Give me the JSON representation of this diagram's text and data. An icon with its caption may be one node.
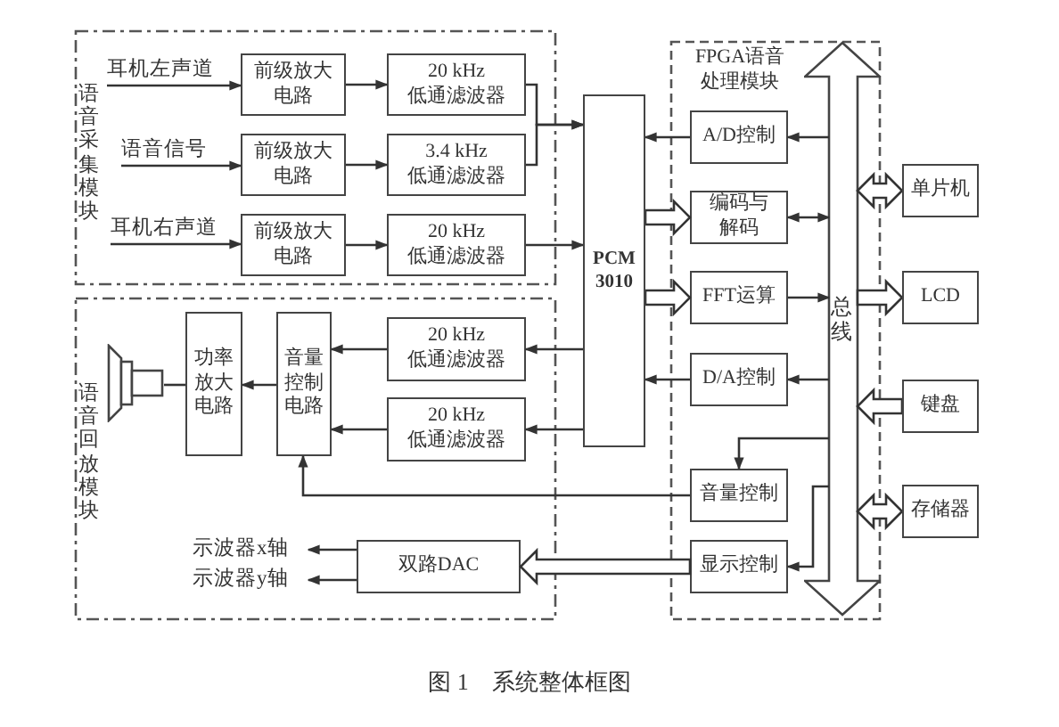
{
  "diagram": {
    "caption": "图 1　系统整体框图",
    "nodes": [
      {
        "text": [
          "语音采集模块"
        ]
      },
      {
        "text": [
          "耳机左声道"
        ],
        "in": 0
      },
      {
        "text": [
          "前级放大电路"
        ],
        "in": 0
      },
      {
        "text": [
          "20 kHz 低通滤波器"
        ],
        "in": 0
      },
      {
        "text": [
          "语音信号"
        ],
        "in": 0
      },
      {
        "text": [
          "前级放大电路"
        ],
        "in": 0
      },
      {
        "text": [
          "3.4 kHz 低通滤波器"
        ],
        "in": 0
      },
      {
        "text": [
          "耳机右声道"
        ],
        "in": 0
      },
      {
        "text": [
          "前级放大电路"
        ],
        "in": 0
      },
      {
        "text": [
          "20 kHz 低通滤波器"
        ],
        "in": 0
      },
      {
        "text": [
          "PCM 3010"
        ]
      },
      {
        "text": [
          "FPGA语音处理模块"
        ]
      },
      {
        "text": [
          "A/D控制"
        ],
        "in": 11
      },
      {
        "text": [
          "编码与解码"
        ],
        "in": 11
      },
      {
        "text": [
          "FFT运算"
        ],
        "in": 11
      },
      {
        "text": [
          "D/A控制"
        ],
        "in": 11
      },
      {
        "text": [
          "音量控制"
        ],
        "in": 11
      },
      {
        "text": [
          "显示控制"
        ],
        "in": 11
      },
      {
        "text": [
          "总线"
        ],
        "in": 11
      },
      {
        "text": [
          "单片机"
        ]
      },
      {
        "text": [
          "LCD"
        ]
      },
      {
        "text": [
          "键盘"
        ]
      },
      {
        "text": [
          "存储器"
        ]
      },
      {
        "text": [
          "语音回放模块"
        ]
      },
      {
        "text": [],
        "shape": "speaker",
        "in": 23
      },
      {
        "text": [
          "功率放大电路"
        ],
        "in": 23
      },
      {
        "text": [
          "音量控制电路"
        ],
        "in": 23
      },
      {
        "text": [
          "20 kHz 低通滤波器"
        ],
        "in": 23
      },
      {
        "text": [
          "20 kHz 低通滤波器"
        ],
        "in": 23
      },
      {
        "text": [
          "双路DAC"
        ],
        "in": 23
      },
      {
        "text": [
          "示波器x轴"
        ],
        "in": 23
      },
      {
        "text": [
          "示波器y轴"
        ],
        "in": 23
      }
    ],
    "edges": [
      {
        "from": 1,
        "to": 2,
        "arrow": "to"
      },
      {
        "from": 2,
        "to": 3,
        "arrow": "to"
      },
      {
        "from": 4,
        "to": 5,
        "arrow": "to"
      },
      {
        "from": 5,
        "to": 6,
        "arrow": "to"
      },
      {
        "from": 7,
        "to": 8,
        "arrow": "to"
      },
      {
        "from": 8,
        "to": 9,
        "arrow": "to"
      },
      {
        "from": 3,
        "to": 10,
        "arrow": "to"
      },
      {
        "from": 6,
        "to": 10,
        "arrow": "to"
      },
      {
        "from": 9,
        "to": 10,
        "arrow": "to"
      },
      {
        "from": 18,
        "to": 12,
        "arrow": "to"
      },
      {
        "from": 12,
        "to": 10,
        "arrow": "to"
      },
      {
        "from": 10,
        "to": 13,
        "arrow": "to",
        "style": "thick"
      },
      {
        "from": 13,
        "to": 18,
        "arrow": "both"
      },
      {
        "from": 10,
        "to": 14,
        "arrow": "to",
        "style": "thick"
      },
      {
        "from": 14,
        "to": 18,
        "arrow": "to"
      },
      {
        "from": 18,
        "to": 15,
        "arrow": "to"
      },
      {
        "from": 15,
        "to": 10,
        "arrow": "to"
      },
      {
        "from": 18,
        "to": 16,
        "arrow": "to"
      },
      {
        "from": 18,
        "to": 17,
        "arrow": "to"
      },
      {
        "from": 18,
        "to": 19,
        "arrow": "both",
        "style": "thick"
      },
      {
        "from": 18,
        "to": 20,
        "arrow": "to",
        "style": "thick"
      },
      {
        "from": 21,
        "to": 18,
        "arrow": "to",
        "style": "thick"
      },
      {
        "from": 18,
        "to": 22,
        "arrow": "both",
        "style": "thick"
      },
      {
        "from": 10,
        "to": 27,
        "arrow": "to"
      },
      {
        "from": 10,
        "to": 28,
        "arrow": "to"
      },
      {
        "from": 27,
        "to": 26,
        "arrow": "to"
      },
      {
        "from": 28,
        "to": 26,
        "arrow": "to"
      },
      {
        "from": 26,
        "to": 25,
        "arrow": "to"
      },
      {
        "from": 25,
        "to": 24,
        "arrow": "none"
      },
      {
        "from": 16,
        "to": 26,
        "arrow": "to"
      },
      {
        "from": 17,
        "to": 29,
        "arrow": "to",
        "style": "thick"
      },
      {
        "from": 29,
        "to": 30,
        "arrow": "to"
      },
      {
        "from": 29,
        "to": 31,
        "arrow": "to"
      }
    ]
  }
}
